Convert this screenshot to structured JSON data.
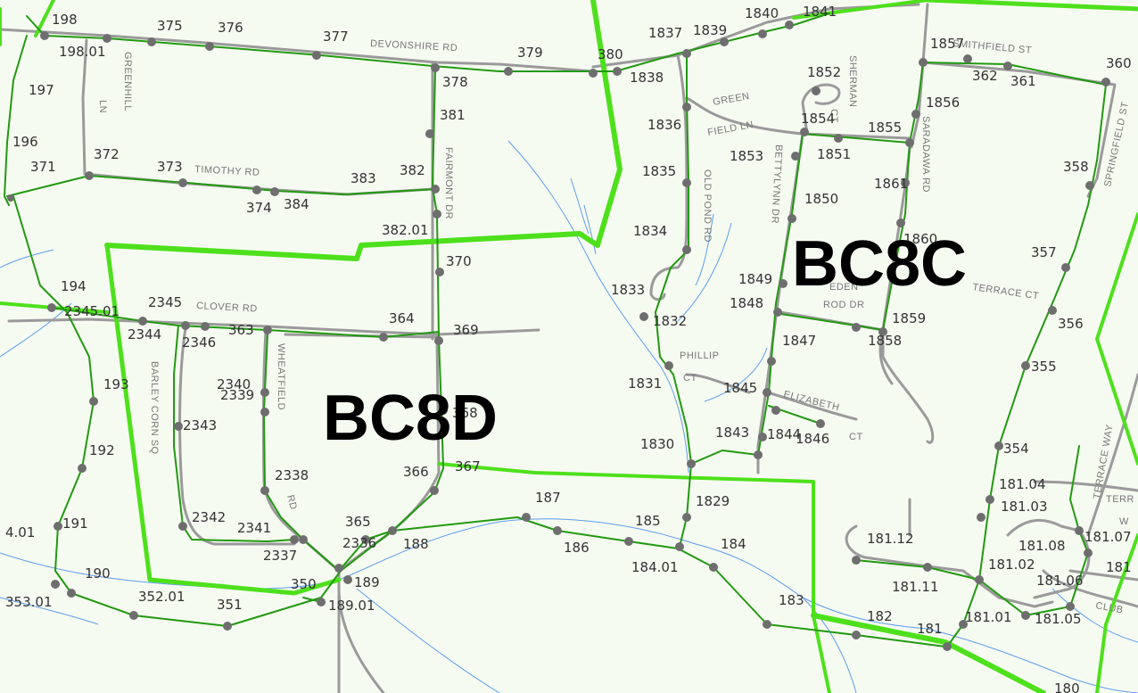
{
  "colors": {
    "background": "#f6fbf1",
    "boundary": "#4ee01c",
    "sewer_line": "#229911",
    "street": "#9a9a9a",
    "stream": "#5c9cf0",
    "node": "#6e6e6e",
    "area_label": "#000000"
  },
  "areas": [
    {
      "id": "bc8c",
      "label": "BC8C"
    },
    {
      "id": "bc8d",
      "label": "BC8D"
    }
  ],
  "streets": {
    "devonshire": "DEVONSHIRE RD",
    "smithfield": "SMITHFIELD ST",
    "greenhill_1": "GREENHILL",
    "greenhill_2": "LN",
    "timothy": "TIMOTHY RD",
    "fairmont": "FAIRMONT DR",
    "clover": "CLOVER RD",
    "barleycorn": "BARLEY CORN SQ",
    "wheatfield": "WHEATFIELD",
    "wheatfield_rd": "RD",
    "greenfield_1": "GREEN",
    "greenfield_2": "FIELD LN",
    "sherman_1": "SHERMAN",
    "sherman_2": "CT",
    "oldpond": "OLD POND RD",
    "bettylynn": "BETTYLYNN DR",
    "saradawa": "SARADAWA RD",
    "springfield": "SPRINGFIELD ST",
    "terrace_ct": "TERRACE CT",
    "eden_1": "EDEN",
    "eden_2": "ROD DR",
    "phillip_1": "PHILLIP",
    "phillip_2": "CT",
    "elizabeth": "ELIZABETH",
    "elizabeth_ct": "CT",
    "terrace_way": "TERRACE WAY",
    "terr": "TERR",
    "w": "W",
    "club": "CLUB"
  },
  "nodes": {
    "n198": "198",
    "n375": "375",
    "n376": "376",
    "n377": "377",
    "n379": "379",
    "n380": "380",
    "n1837": "1837",
    "n1839": "1839",
    "n1840": "1840",
    "n1841": "1841",
    "n1857": "1857",
    "n360": "360",
    "n198_01": "198.01",
    "n197": "197",
    "n378": "378",
    "n1838": "1838",
    "n1852": "1852",
    "n362": "362",
    "n361": "361",
    "n381": "381",
    "n1836": "1836",
    "n1854": "1854",
    "n1855": "1855",
    "n1856": "1856",
    "n196": "196",
    "n372": "372",
    "n371": "371",
    "n373": "373",
    "n382": "382",
    "n383": "383",
    "n1835": "1835",
    "n1853": "1853",
    "n1851": "1851",
    "n1861": "1861",
    "n358": "358",
    "n374": "374",
    "n384": "384",
    "n1850": "1850",
    "n382_01": "382.01",
    "n1834": "1834",
    "n1860": "1860",
    "n370": "370",
    "n357": "357",
    "n194": "194",
    "n2345_01": "2345.01",
    "n2345": "2345",
    "n1833": "1833",
    "n1849": "1849",
    "n1848": "1848",
    "n364": "364",
    "n369": "369",
    "n2344": "2344",
    "n2346": "2346",
    "n363": "363",
    "n1832": "1832",
    "n1859": "1859",
    "n1858": "1858",
    "n356": "356",
    "n1847": "1847",
    "n355": "355",
    "n193": "193",
    "n2340": "2340",
    "n2339": "2339",
    "n1831": "1831",
    "n1845": "1845",
    "n2343": "2343",
    "n368": "368",
    "n1843": "1843",
    "n1844": "1844",
    "n1846": "1846",
    "n192": "192",
    "n1830": "1830",
    "n354": "354",
    "n366": "366",
    "n367": "367",
    "n2338": "2338",
    "n181_04": "181.04",
    "n1829": "1829",
    "n187": "187",
    "n181_03": "181.03",
    "n2342": "2342",
    "n191": "191",
    "n4_01": "4.01",
    "n365": "365",
    "n2341": "2341",
    "n185": "185",
    "n181_12": "181.12",
    "n2336": "2336",
    "n188": "188",
    "n186": "186",
    "n184": "184",
    "n181_08": "181.08",
    "n181_07": "181.07",
    "n2337": "2337",
    "n184_01": "184.01",
    "n181_02": "181.02",
    "n181": "181",
    "n190": "190",
    "n350": "350",
    "n189": "189",
    "n181_11": "181.11",
    "n181_06": "181.06",
    "n353_01": "353.01",
    "n352_01": "352.01",
    "n183": "183",
    "n351": "351",
    "n189_01": "189.01",
    "n182": "182",
    "n181_01": "181.01",
    "n181_05": "181.05",
    "n1810": "181",
    "n180": "180"
  }
}
